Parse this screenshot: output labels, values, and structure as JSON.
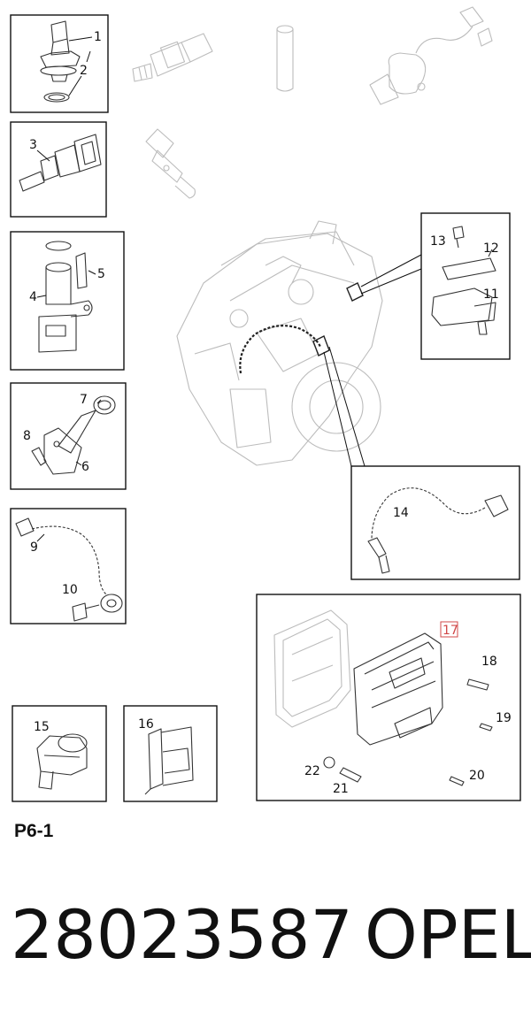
{
  "callouts": {
    "c1": "1",
    "c2": "2",
    "c3": "3",
    "c4": "4",
    "c5": "5",
    "c6": "6",
    "c7": "7",
    "c8": "8",
    "c9": "9",
    "c10": "10",
    "c11": "11",
    "c12": "12",
    "c13": "13",
    "c14": "14",
    "c15": "15",
    "c16": "16",
    "c17": "17",
    "c18": "18",
    "c19": "19",
    "c20": "20",
    "c21": "21",
    "c22": "22"
  },
  "highlighted_callout": "17",
  "colors": {
    "highlight": "#d04848",
    "line": "#111111",
    "faded": "#bcbcbc"
  },
  "footer": {
    "page_code": "P6-1",
    "part_number": "28023587",
    "brand": "OPEL"
  }
}
